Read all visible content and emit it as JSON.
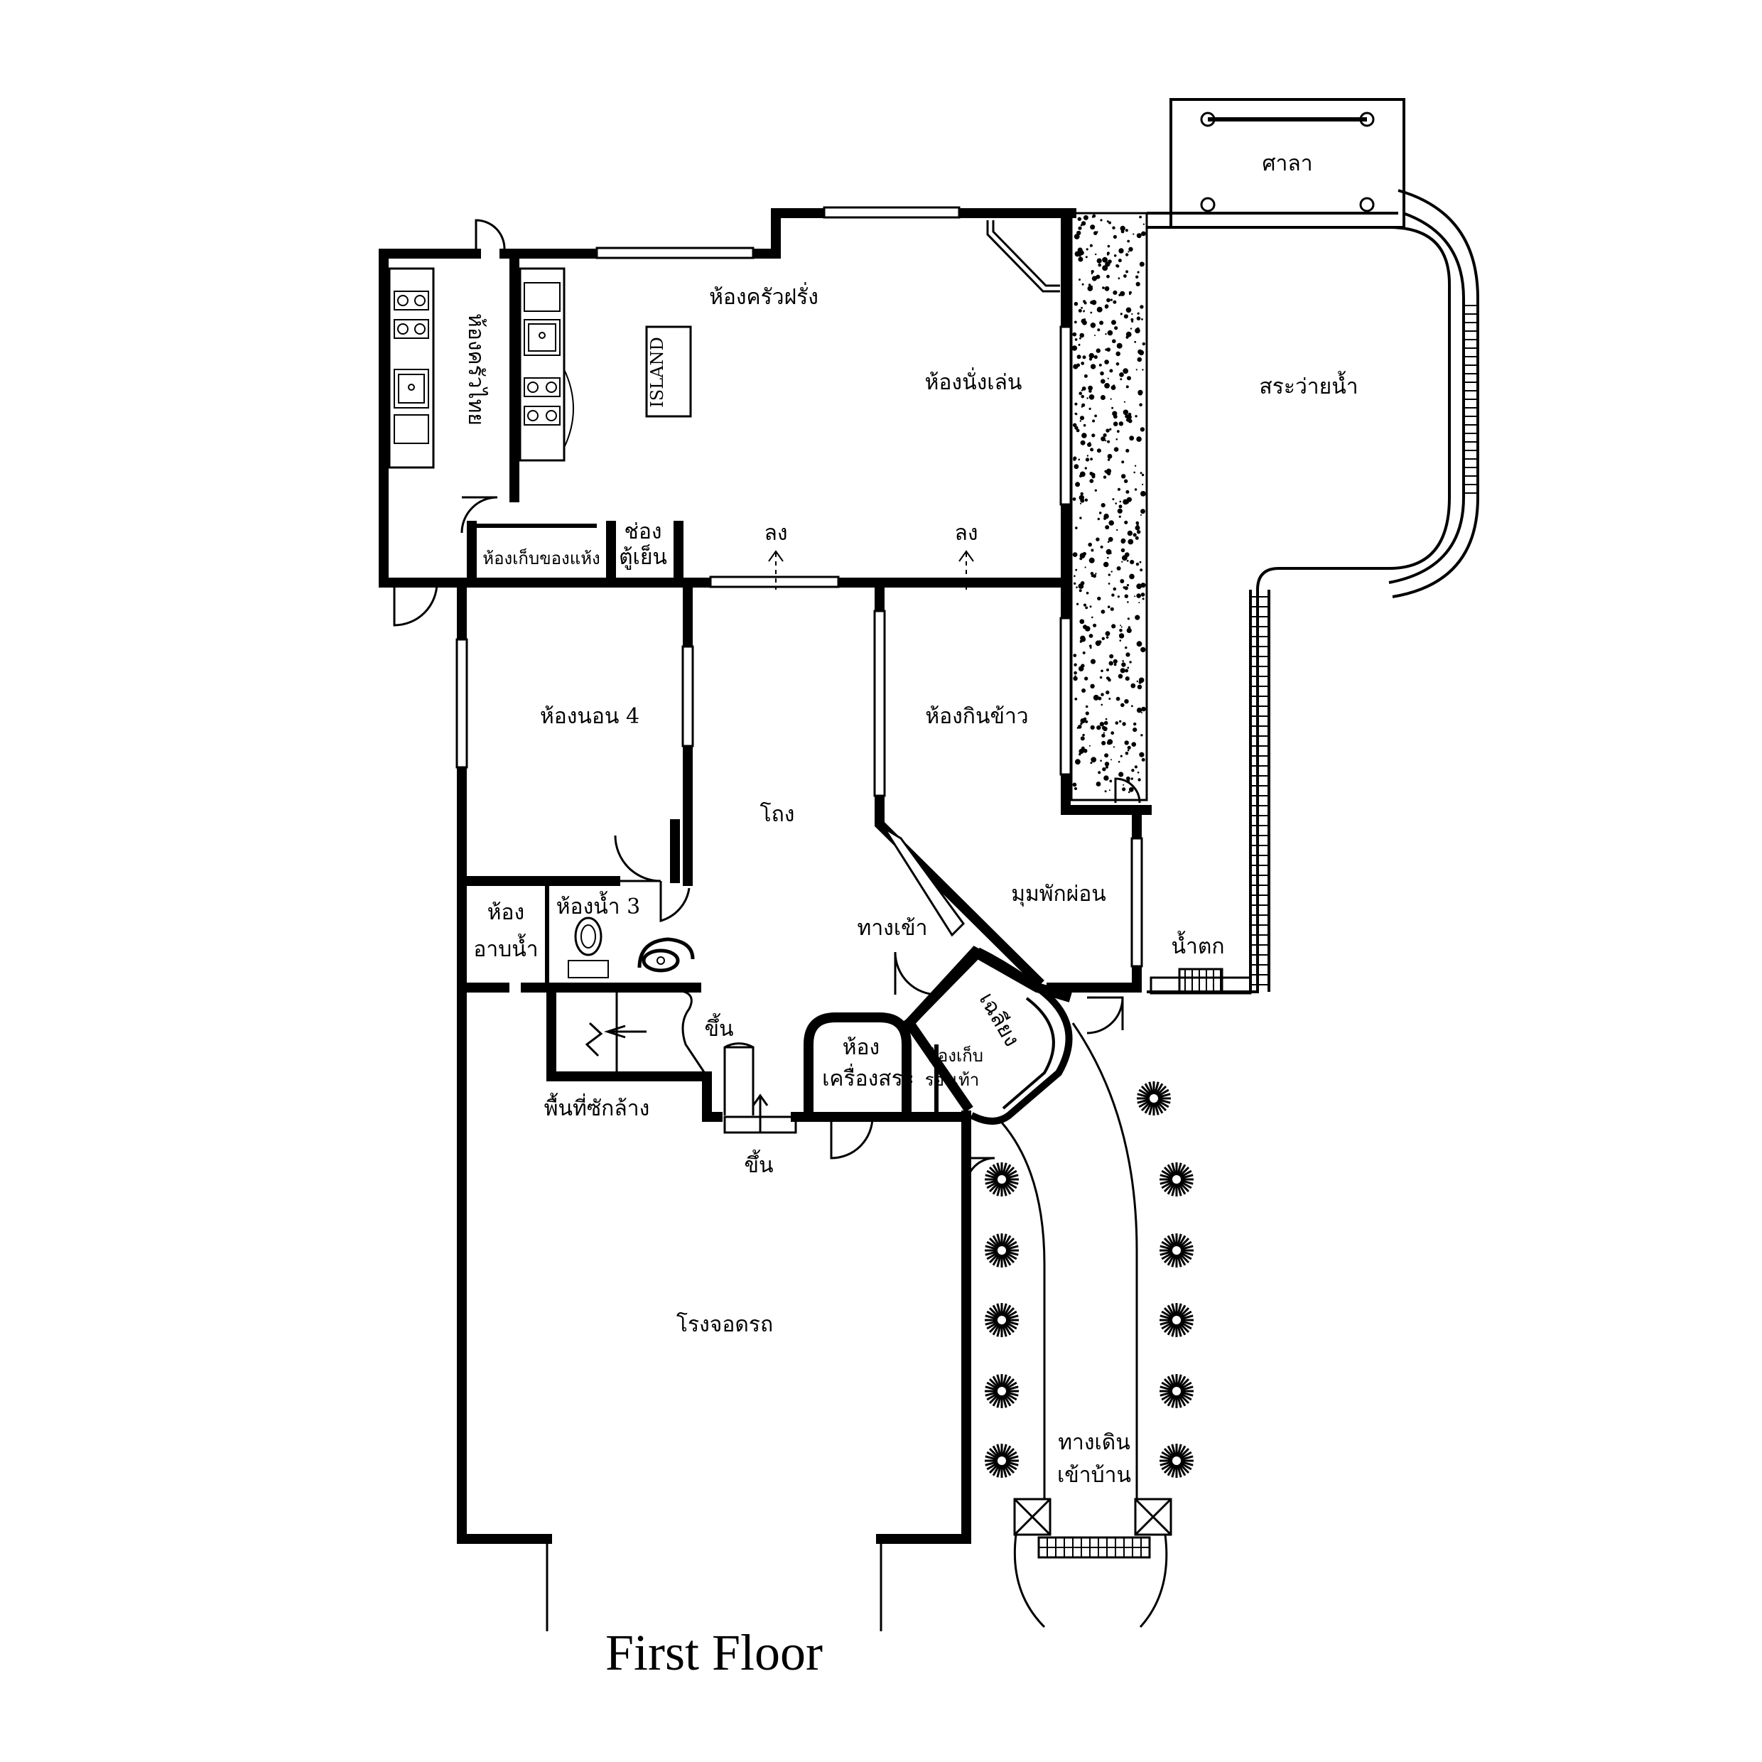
{
  "title": "First Floor",
  "rooms": {
    "sala": "ศาลา",
    "western_kitchen": "ห้องครัวฝรั่ง",
    "thai_kitchen": "ห้องครัวไทย",
    "island": "ISLAND",
    "family_room": "ห้องนั่งเล่น",
    "pool": "สระว่ายน้ำ",
    "pantry": "ห้องเก็บของแห้ง",
    "fridge_line1": "ช่อง",
    "fridge_line2": "ตู้เย็น",
    "down_left": "ลง",
    "down_right": "ลง",
    "bedroom4": "ห้องนอน 4",
    "dining": "ห้องกินข้าว",
    "hall": "โถง",
    "lounge": "มุมพักผ่อน",
    "shower_line1": "ห้อง",
    "shower_line2": "อาบน้ำ",
    "bath3": "ห้องน้ำ 3",
    "entrance": "ทางเข้า",
    "waterfall": "น้ำตก",
    "terrace": "เฉลียง",
    "up_stair": "ขึ้น",
    "prayer_line1": "ห้อง",
    "prayer_line2": "เครื่องสระ",
    "shoe_line1": "ห้องเก็บ",
    "shoe_line2": "รองเท้า",
    "laundry": "พื้นที่ซักล้าง",
    "up_garage": "ขึ้น",
    "garage": "โรงจอดรถ",
    "walkway_line1": "ทางเดิน",
    "walkway_line2": "เข้าบ้าน"
  }
}
